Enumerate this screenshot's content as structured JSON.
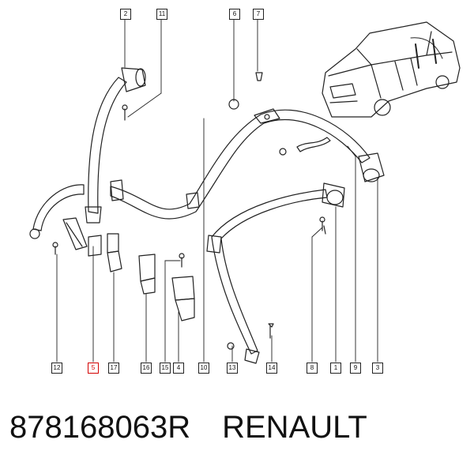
{
  "diagram": {
    "callouts": {
      "c2": "2",
      "c11": "11",
      "c6": "6",
      "c7": "7",
      "c12": "12",
      "c5": "5",
      "c17": "17",
      "c16": "16",
      "c15": "15",
      "c4": "4",
      "c10": "10",
      "c13": "13",
      "c14": "14",
      "c8": "8",
      "c1": "1",
      "c9": "9",
      "c3": "3"
    },
    "highlighted_callout": "5",
    "colors": {
      "line": "#222222",
      "highlight": "#d40000"
    }
  },
  "caption": {
    "part_number": "878168063R",
    "brand": "RENAULT"
  }
}
